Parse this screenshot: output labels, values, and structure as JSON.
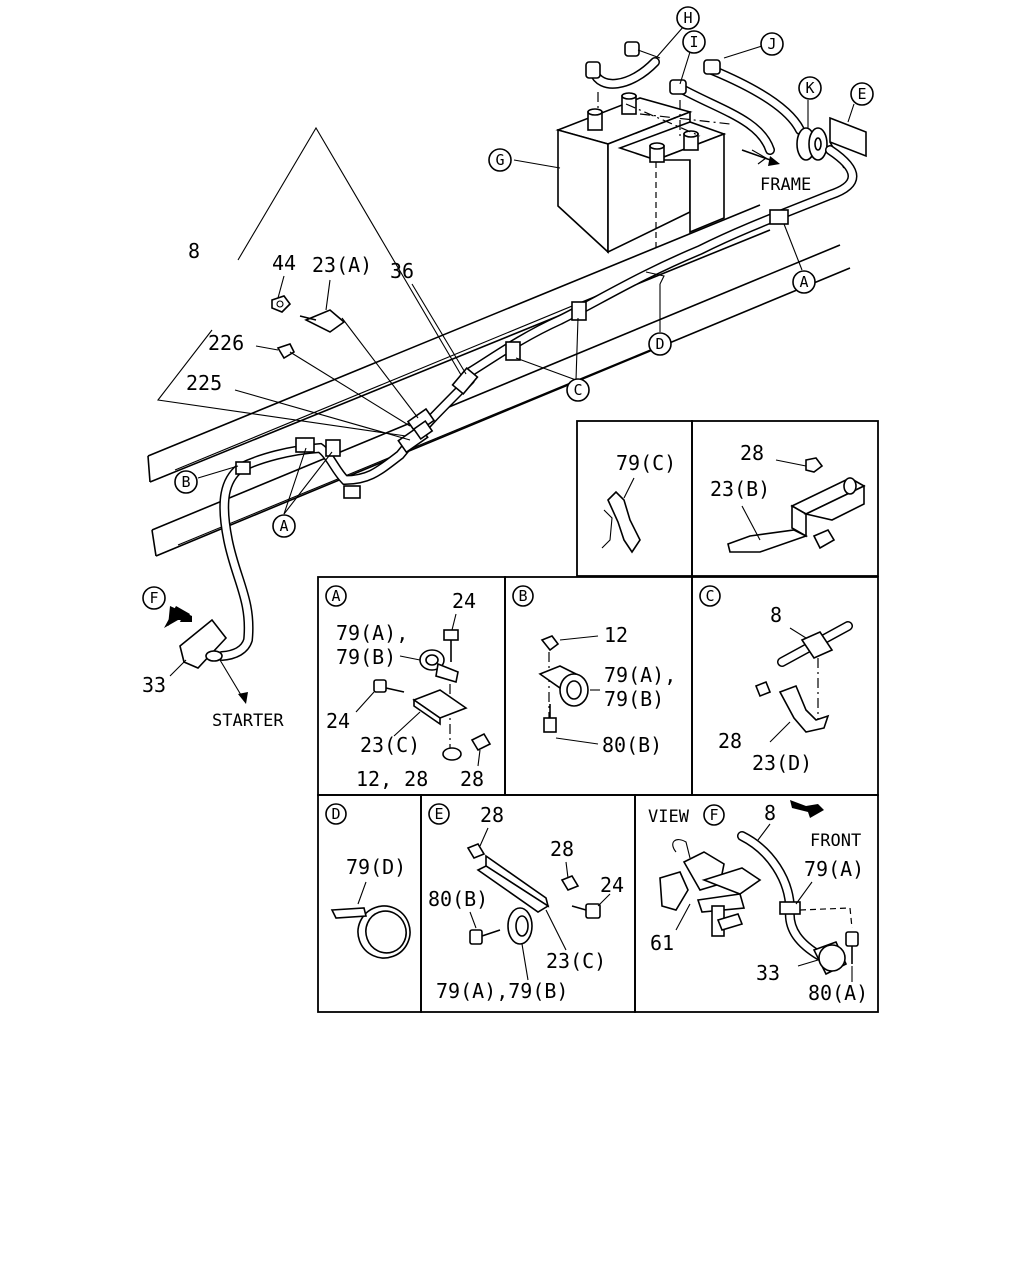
{
  "main_labels": {
    "l8": "8",
    "l44": "44",
    "l23a": "23(A)",
    "l36": "36",
    "l226": "226",
    "l225": "225",
    "l33": "33",
    "starter": "STARTER",
    "frame": "FRAME"
  },
  "callouts": {
    "A1": "A",
    "A2": "A",
    "B1": "B",
    "C1": "C",
    "D1": "D",
    "E1": "E",
    "F1": "F",
    "G1": "G",
    "H1": "H",
    "I1": "I",
    "J1": "J",
    "K1": "K"
  },
  "panel_79c": {
    "label": "79(C)"
  },
  "panel_23b": {
    "l28": "28",
    "l23b": "23(B)"
  },
  "panel_a": {
    "tag": "A",
    "l24top": "24",
    "l79a": "79(A),",
    "l79b": "79(B)",
    "l24left": "24",
    "l23c": "23(C)",
    "l1228": "12, 28",
    "l28": "28"
  },
  "panel_b": {
    "tag": "B",
    "l12": "12",
    "l79a": "79(A),",
    "l79b": "79(B)",
    "l80b": "80(B)"
  },
  "panel_c": {
    "tag": "C",
    "l8": "8",
    "l28": "28",
    "l23d": "23(D)"
  },
  "panel_d": {
    "tag": "D",
    "l79d": "79(D)"
  },
  "panel_e": {
    "tag": "E",
    "l28a": "28",
    "l28b": "28",
    "l80b": "80(B)",
    "l24": "24",
    "l23c": "23(C)",
    "l79ab": "79(A),79(B)"
  },
  "panel_f": {
    "view": "VIEW",
    "tag": "F",
    "l8": "8",
    "front": "FRONT",
    "l79a": "79(A)",
    "l61": "61",
    "l33": "33",
    "l80a": "80(A)"
  }
}
